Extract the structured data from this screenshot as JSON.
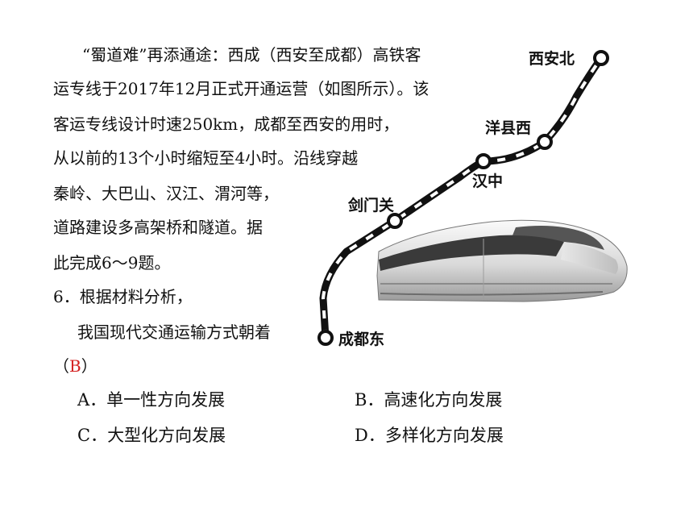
{
  "passage": {
    "lines": [
      "“蜀道难”再添通途：西成（西安至成都）高铁客",
      "运专线于2017年12月正式开通运营（如图所示）。该",
      "客运专线设计时速250km，成都至西安的用时，",
      "从以前的13个小时缩短至4小时。沿线穿越",
      "秦岭、大巴山、汉江、渭河等，",
      "道路建设多高架桥和隧道。据",
      "此完成6～9题。"
    ]
  },
  "question": {
    "stem_line1": "6．根据材料分析，",
    "stem_line2": "我国现代交通运输方式朝着",
    "paren_open": "（",
    "answer": "B",
    "paren_close": "）",
    "options": [
      {
        "letter": "A．",
        "text": "单一性方向发展"
      },
      {
        "letter": "B．",
        "text": "高速化方向发展"
      },
      {
        "letter": "C．",
        "text": "大型化方向发展"
      },
      {
        "letter": "D．",
        "text": "多样化方向发展"
      }
    ]
  },
  "map": {
    "stations": [
      "西安北",
      "洋县西",
      "汉中",
      "剑门关",
      "成都东"
    ]
  },
  "colors": {
    "answer": "#d42020",
    "rail": "#111111"
  }
}
